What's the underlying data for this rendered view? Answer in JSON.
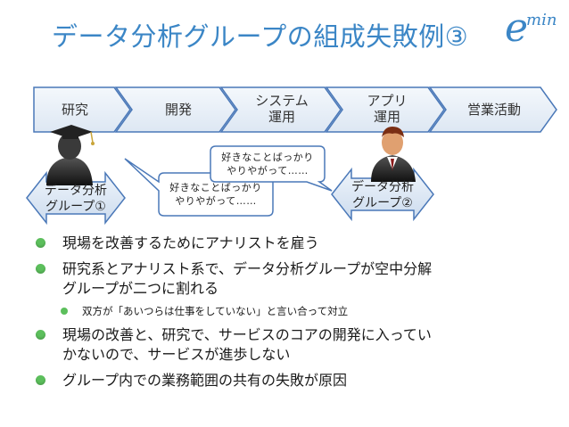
{
  "title": "データ分析グループの組成失敗例③",
  "logo": {
    "main": "e",
    "super": "min"
  },
  "flow_steps": [
    {
      "label": "研究"
    },
    {
      "label": "開発"
    },
    {
      "label": "システム\n運用"
    },
    {
      "label": "アプリ\n運用"
    },
    {
      "label": "営業活動"
    }
  ],
  "groups": [
    {
      "label": "データ分析\nグループ①"
    },
    {
      "label": "データ分析\nグループ②"
    }
  ],
  "bubbles": [
    {
      "text": "好きなことばっかり\nやりやがって……"
    },
    {
      "text": "好きなことばっかり\nやりやがって……"
    }
  ],
  "bullets": [
    {
      "level": 1,
      "text": "現場を改善するためにアナリストを雇う"
    },
    {
      "level": 1,
      "text": "研究系とアナリスト系で、データ分析グループが空中分解\nグループが二つに割れる"
    },
    {
      "level": 2,
      "text": "双方が「あいつらは仕事をしていない」と言い合って対立"
    },
    {
      "level": 1,
      "text": "現場の改善と、研究で、サービスのコアの開発に入ってい\nかないので、サービスが進歩しない"
    },
    {
      "level": 1,
      "text": "グループ内での業務範囲の共有の失敗が原因"
    }
  ],
  "colors": {
    "title": "#3b86c6",
    "chevron_fill": "#e6eef8",
    "chevron_stroke": "#4a78b8",
    "bullet": "#5cbf5c"
  }
}
